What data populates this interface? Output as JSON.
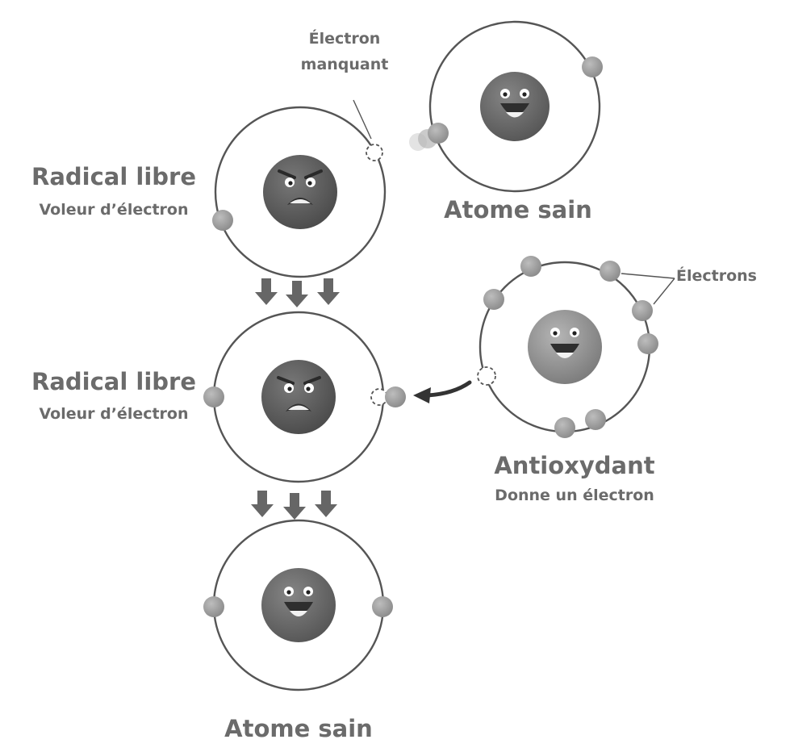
{
  "labels": {
    "missing_electron_line1": "Électron",
    "missing_electron_line2": "manquant",
    "radical1_title": "Radical libre",
    "radical1_sub": "Voleur d’électron",
    "healthy_top": "Atome sain",
    "electrons": "Électrons",
    "radical2_title": "Radical libre",
    "radical2_sub": "Voleur d’électron",
    "antioxidant_title": "Antioxydant",
    "antioxidant_sub": "Donne un électron",
    "healthy_bottom": "Atome sain"
  },
  "colors": {
    "text": "#6b6b6b",
    "orbit": "#555555",
    "electron": "#9a9a9a",
    "nucleus_dark": "#5a5a5a",
    "nucleus_light": "#8e8e8e",
    "arrow": "#666666"
  }
}
